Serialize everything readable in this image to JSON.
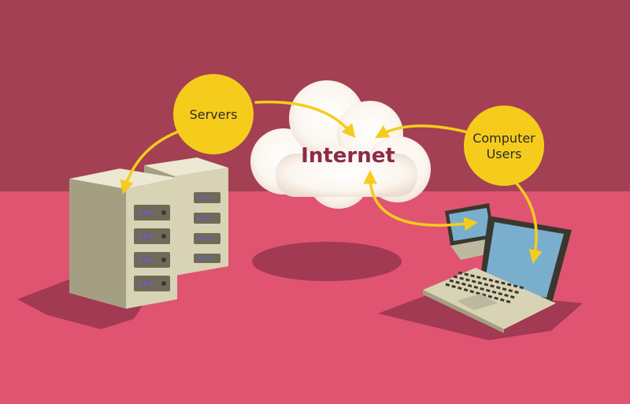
{
  "diagram": {
    "cloud_label": "Internet",
    "nodes": {
      "servers": {
        "label": "Servers"
      },
      "users": {
        "label_line1": "Computer",
        "label_line2": "Users"
      }
    }
  },
  "colors": {
    "wall": "#a34053",
    "floor": "#e05471",
    "shadow": "#a13a52",
    "accent_yellow": "#f6cc1c",
    "cloud_text": "#8c2a4a",
    "server_body": "#d8d3b4",
    "server_side": "#a49f83",
    "laptop_screen": "#7aaecd",
    "led": "#6b56f0"
  }
}
